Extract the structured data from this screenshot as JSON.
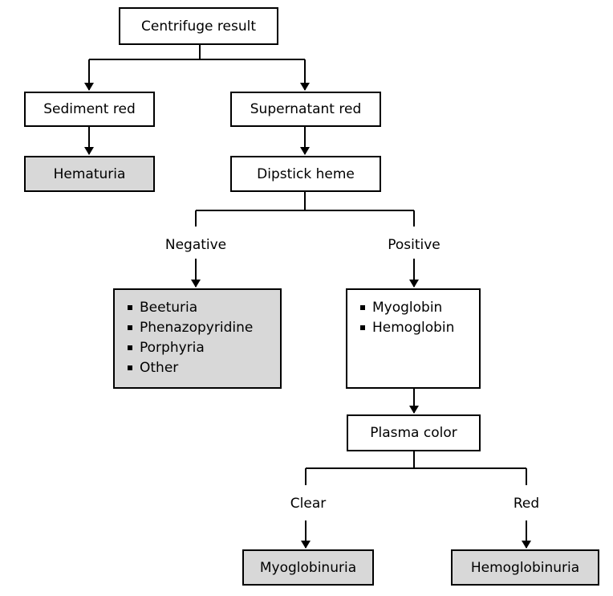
{
  "nodes": {
    "centrifuge_result": "Centrifuge result",
    "sediment_red": "Sediment red",
    "supernatant_red": "Supernatant red",
    "hematuria": "Hematuria",
    "dipstick_heme": "Dipstick heme",
    "negative_causes": [
      "Beeturia",
      "Phenazopyridine",
      "Porphyria",
      "Other"
    ],
    "positive_causes": [
      "Myoglobin",
      "Hemoglobin"
    ],
    "plasma_color": "Plasma color",
    "myoglobinuria": "Myoglobinuria",
    "hemoglobinuria": "Hemoglobinuria"
  },
  "edge_labels": {
    "negative": "Negative",
    "positive": "Positive",
    "clear": "Clear",
    "red": "Red"
  },
  "colors": {
    "terminal_fill": "#d8d8d8",
    "box_fill": "#ffffff",
    "line": "#000000"
  }
}
